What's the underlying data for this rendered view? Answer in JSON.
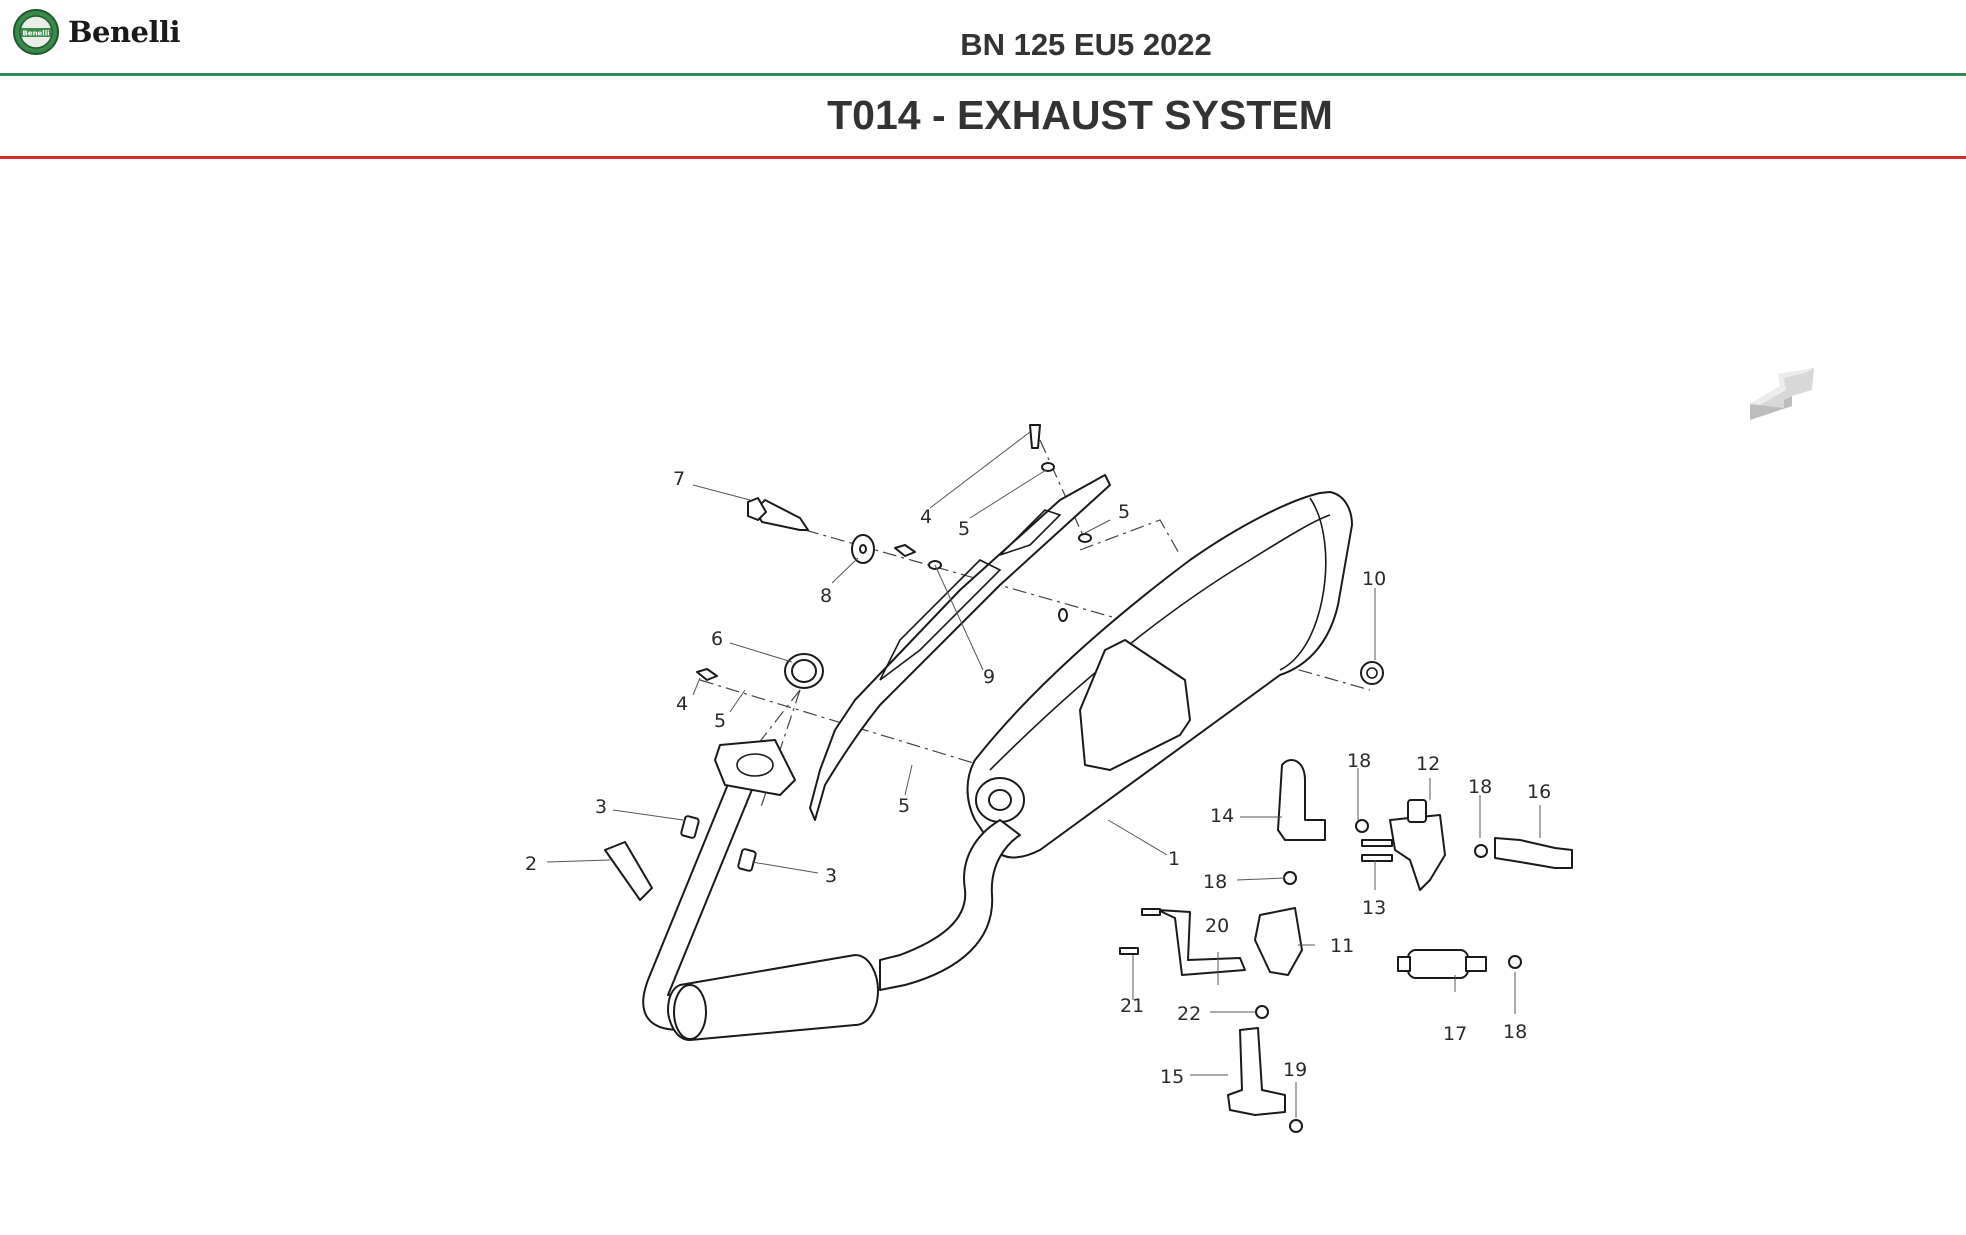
{
  "header": {
    "brand": "Benelli",
    "model": "BN 125 EU5 2022",
    "section": "T014 - EXHAUST SYSTEM"
  },
  "colors": {
    "green_rule": "#2e8b57",
    "red_rule": "#d42b2b",
    "text": "#333333"
  },
  "diagram": {
    "callouts": [
      "1",
      "2",
      "3",
      "3",
      "4",
      "4",
      "5",
      "5",
      "5",
      "5",
      "6",
      "7",
      "8",
      "9",
      "10",
      "11",
      "12",
      "13",
      "14",
      "15",
      "16",
      "17",
      "18",
      "18",
      "18",
      "18",
      "19",
      "20",
      "21",
      "22"
    ]
  },
  "navigation": {
    "next_icon": "arrow-left-icon"
  }
}
